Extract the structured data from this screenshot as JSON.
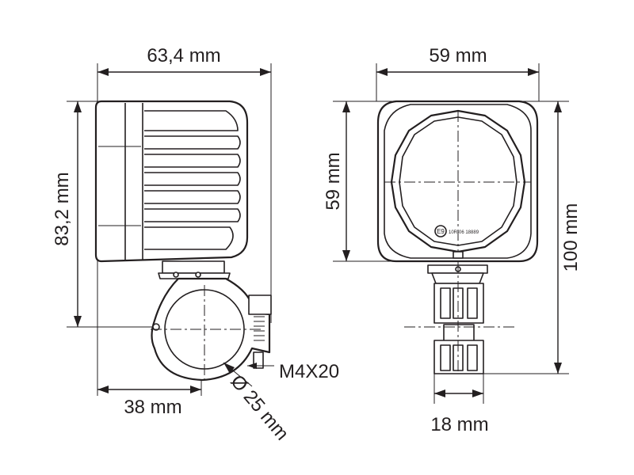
{
  "colors": {
    "line": "#231f20",
    "background": "#ffffff"
  },
  "side_view": {
    "width_label": "63,4 mm",
    "height_label": "83,2 mm",
    "clamp_offset_label": "38 mm",
    "bolt_label": "M4X20",
    "tube_diameter_label": "Ø 25 mm"
  },
  "front_view": {
    "width_label": "59 mm",
    "height_label": "59 mm",
    "total_height_label": "100 mm",
    "bracket_width_label": "18 mm",
    "emark_label": "E9",
    "approval_text": "10R-06 18889"
  }
}
